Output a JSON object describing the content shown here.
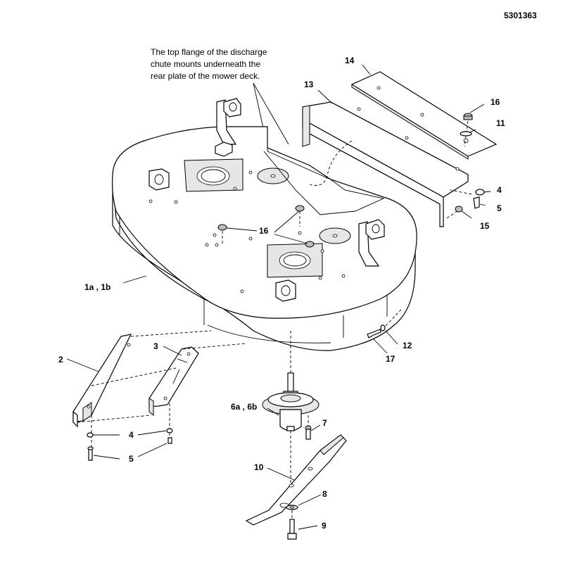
{
  "document": {
    "number": "5301363",
    "note_lines": [
      "The top flange of the discharge",
      "chute mounts underneath the",
      "rear plate of the mower deck."
    ]
  },
  "callouts": {
    "c1ab": "1a , 1b",
    "c2": "2",
    "c3": "3",
    "c4_left": "4",
    "c5_left": "5",
    "c4_right": "4",
    "c5_right": "5",
    "c6ab": "6a , 6b",
    "c7": "7",
    "c8": "8",
    "c9": "9",
    "c10": "10",
    "c11": "11",
    "c12": "12",
    "c13": "13",
    "c14": "14",
    "c15": "15",
    "c16_top": "16",
    "c16_center": "16",
    "c17": "17"
  }
}
